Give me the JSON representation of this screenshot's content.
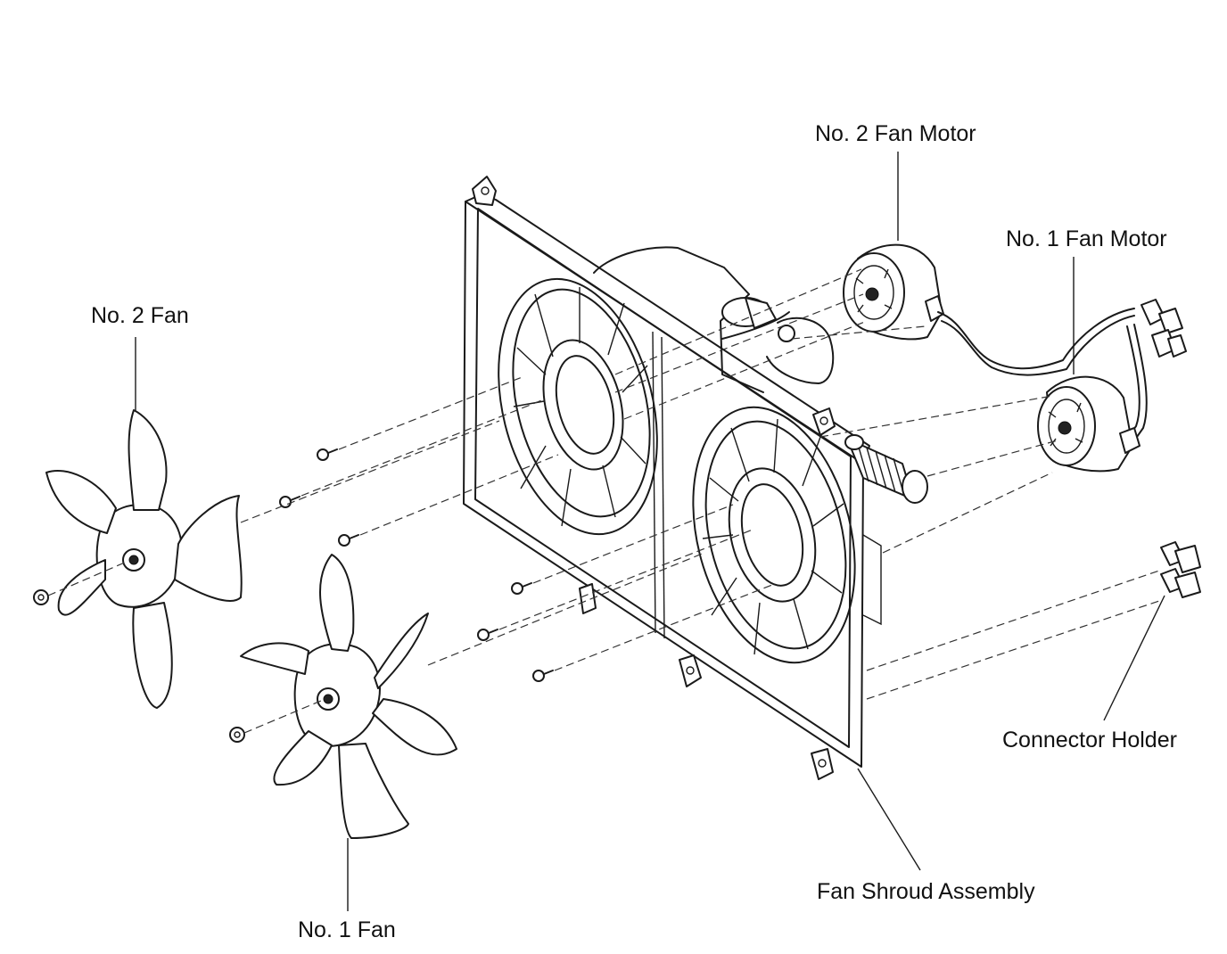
{
  "labels": {
    "no2_fan_motor": "No. 2 Fan Motor",
    "no1_fan_motor": "No. 1 Fan Motor",
    "no2_fan": "No. 2 Fan",
    "no1_fan": "No. 1 Fan",
    "connector_holder": "Connector Holder",
    "fan_shroud_assembly": "Fan Shroud Assembly"
  },
  "colors": {
    "line": "#1a1a1a",
    "background": "#ffffff"
  }
}
